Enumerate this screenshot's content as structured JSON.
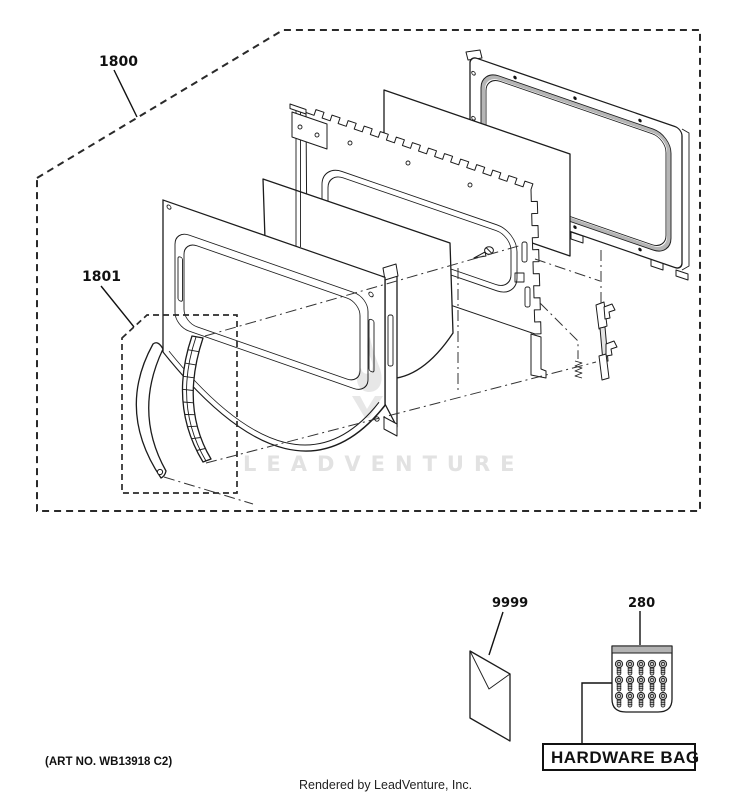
{
  "diagram": {
    "callouts": {
      "door_assembly": "1800",
      "handle": "1801",
      "envelope": "9999",
      "hardware_bag": "280"
    },
    "hardware_bag_box_label": "HARDWARE BAG",
    "art_number": "(ART NO. WB13918 C2)",
    "footer": "Rendered by LeadVenture, Inc.",
    "watermark": {
      "text": "LEADVENTURE",
      "color": "#e2e2e2"
    },
    "colors": {
      "background": "#ffffff",
      "line": "#1c1c1c",
      "bag_band": "#b3b3b3",
      "screw_fill": "#c9c9c9",
      "watermark_flame": "#e7e7e7"
    },
    "hardware_bag_screws": {
      "rows": 3,
      "cols": 5
    }
  }
}
